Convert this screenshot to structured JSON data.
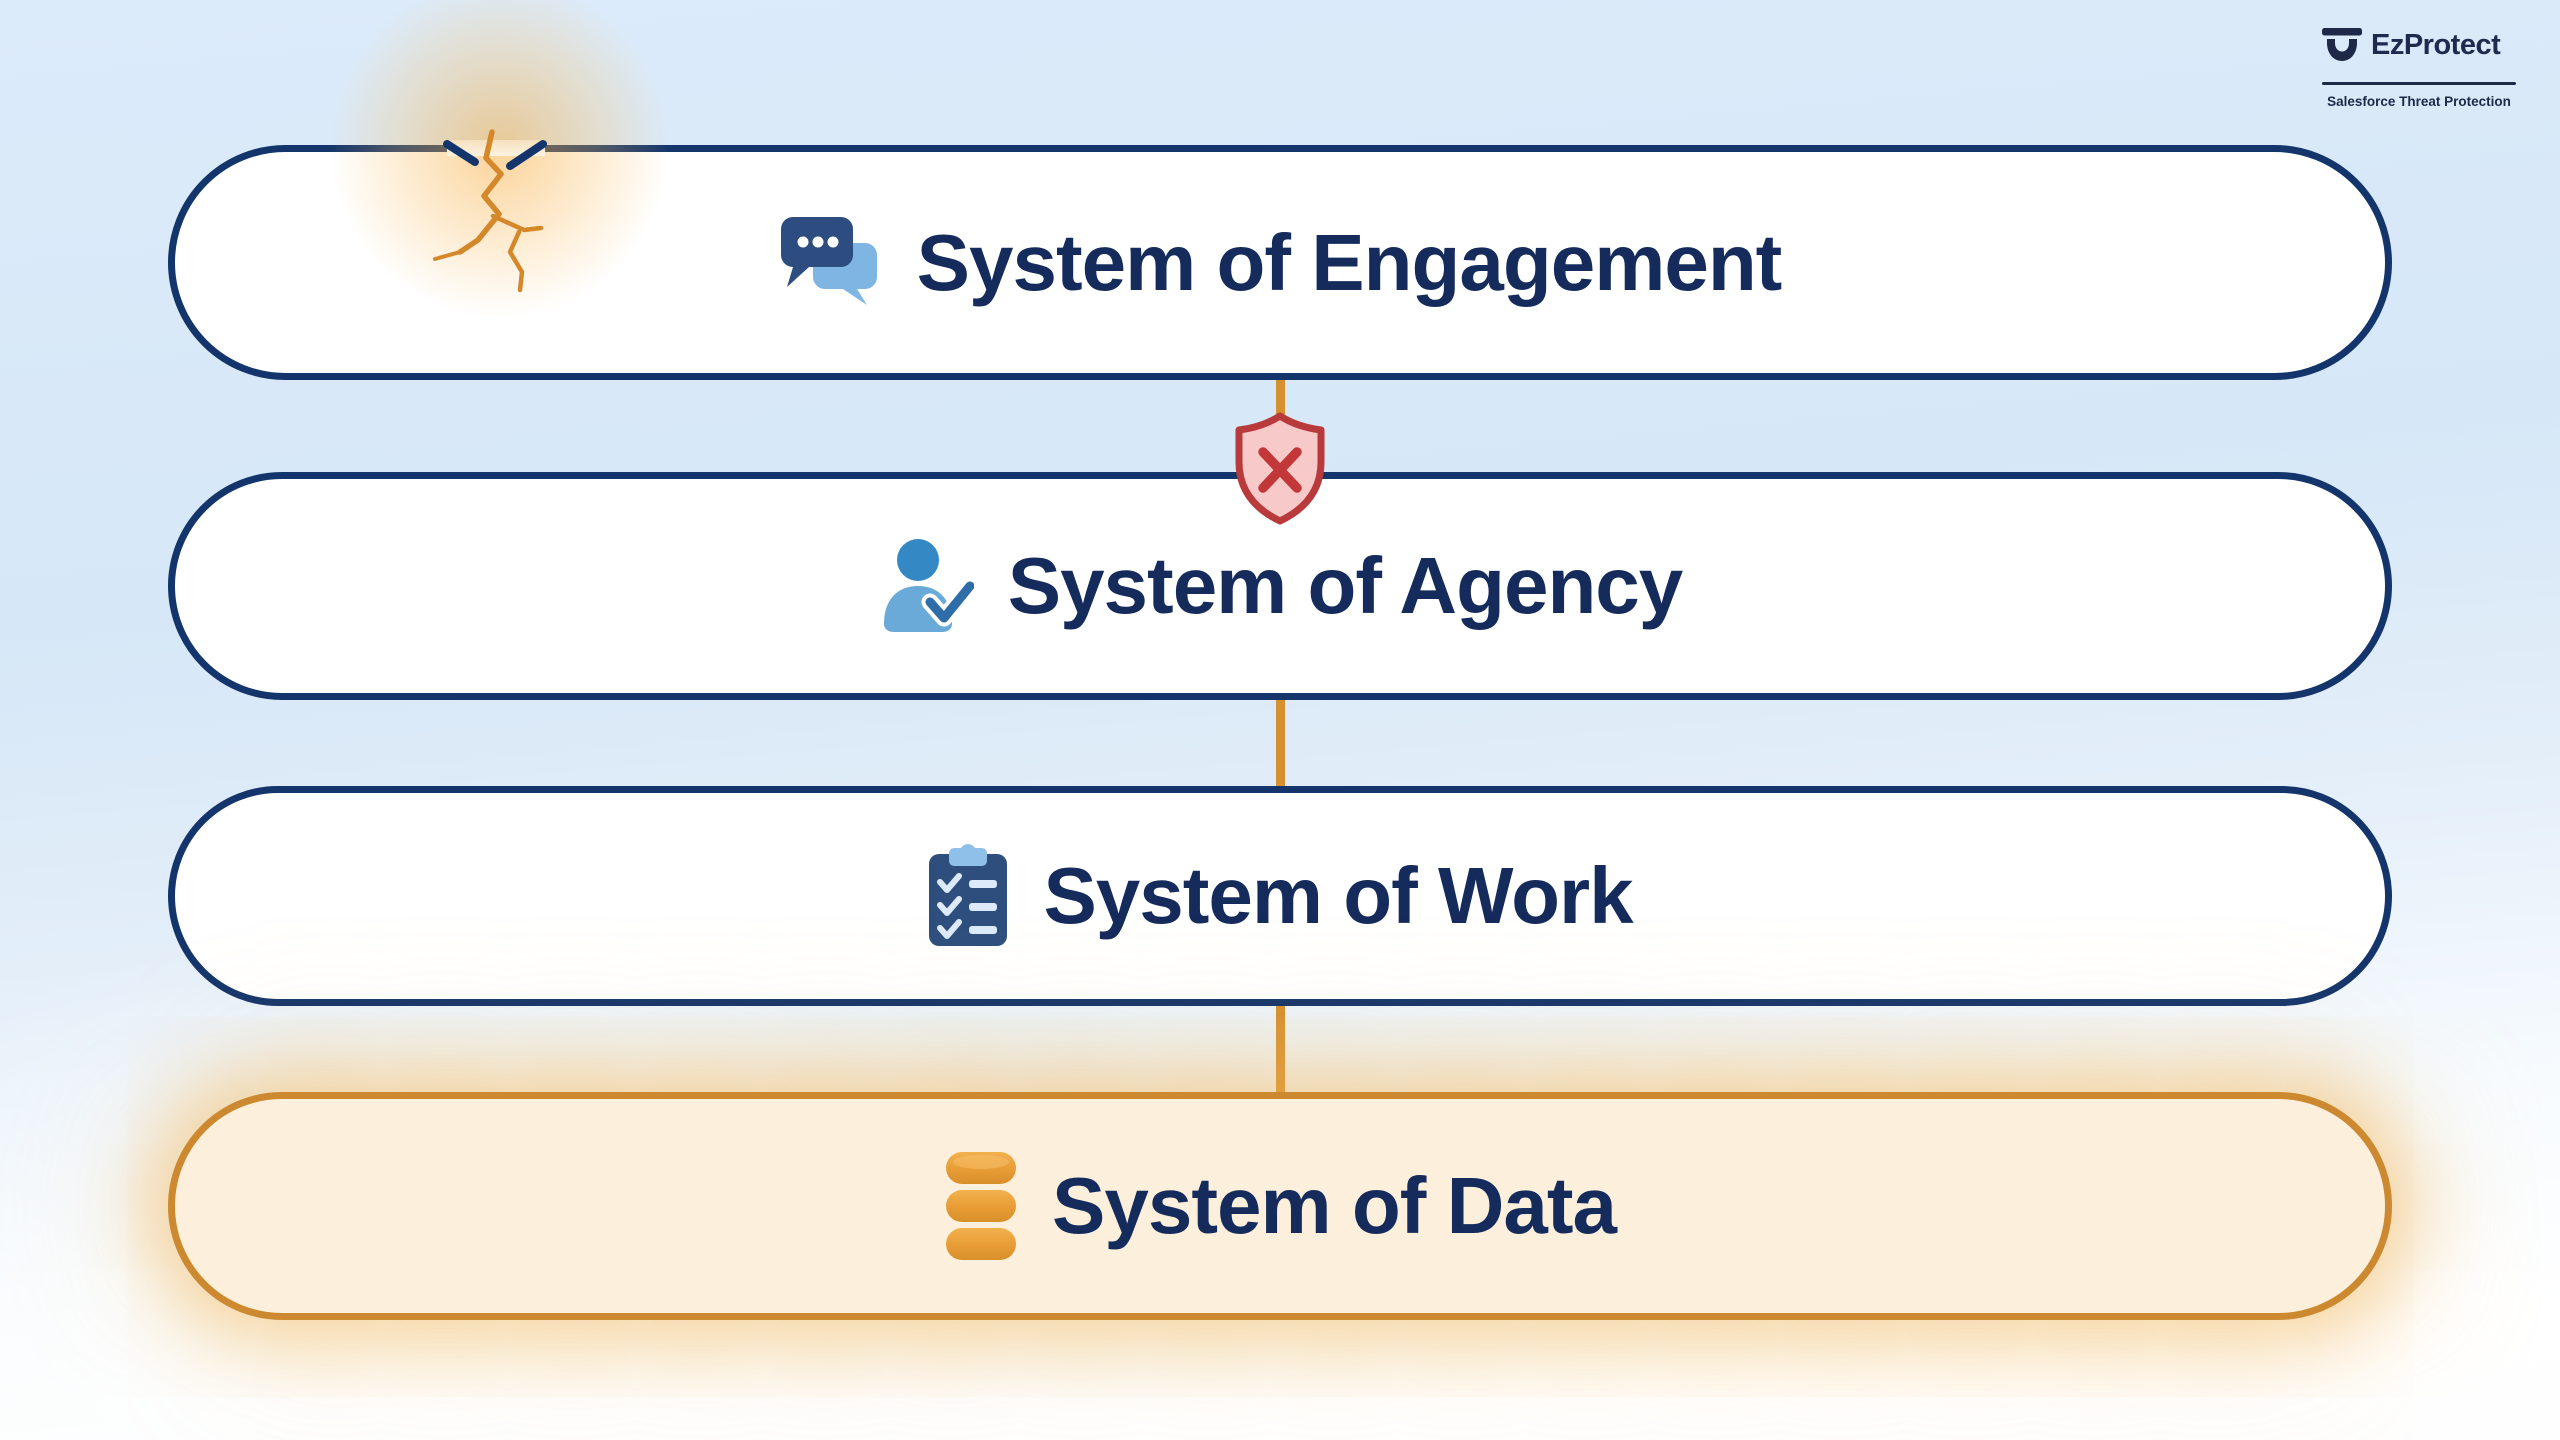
{
  "logo": {
    "brand": "EzProtect",
    "tagline": "Salesforce Threat Protection",
    "icon": "ezprotect-shield-logo-icon"
  },
  "diagram": {
    "layers": [
      {
        "label": "System of Engagement",
        "icon": "chat-bubbles-icon",
        "state": "breached-crack-top-left"
      },
      {
        "label": "System of Agency",
        "icon": "user-check-icon",
        "state": "normal"
      },
      {
        "label": "System of Work",
        "icon": "clipboard-checklist-icon",
        "state": "normal"
      },
      {
        "label": "System of Data",
        "icon": "database-icon",
        "state": "highlighted-orange"
      }
    ],
    "blocked_indicator": {
      "icon": "shield-x-icon",
      "position": "between System of Engagement and System of Agency"
    },
    "crack_indicator": {
      "icon": "crack-icon",
      "position": "top border of System of Engagement"
    },
    "connectors": 3
  },
  "colors": {
    "background_top": "#d9e9f8",
    "background_bottom": "#ffffff",
    "box_border": "#14356b",
    "box_fill": "#ffffff",
    "label_text": "#152b5c",
    "highlight_border": "#cd8930",
    "highlight_fill": "#fcefdb",
    "connector_orange": "#d6902f",
    "crack_orange": "#d4882a",
    "shield_red_border": "#b93a3a",
    "shield_pink_fill": "#f8c9c9",
    "icon_blue_dark": "#2d4d80",
    "icon_blue_light": "#7fb5e3",
    "logo_navy": "#1d2947"
  }
}
